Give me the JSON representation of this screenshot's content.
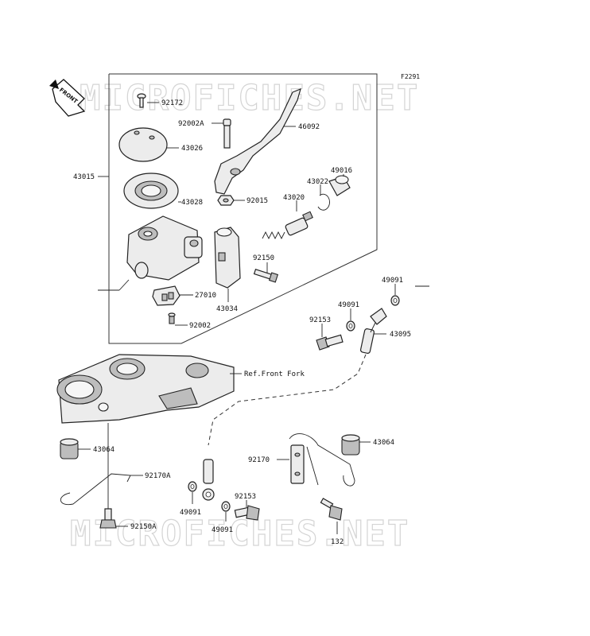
{
  "figure_code": "F2291",
  "watermark": "MICROFICHES.NET",
  "front_label": "FRONT",
  "parts": {
    "p92172": "92172",
    "p92002A": "92002A",
    "p46092": "46092",
    "p43026": "43026",
    "p43015": "43015",
    "p43028": "43028",
    "p92015": "92015",
    "p43020": "43020",
    "p43022": "43022",
    "p49016": "49016",
    "p92150": "92150",
    "p27010": "27010",
    "p43034": "43034",
    "p92002": "92002",
    "p49091_a": "49091",
    "p49091_b": "49091",
    "p92153_a": "92153",
    "p43095": "43095",
    "ref_front_fork": "Ref.Front Fork",
    "p43064_a": "43064",
    "p92170A": "92170A",
    "p92150A": "92150A",
    "p92170": "92170",
    "p43064_b": "43064",
    "p49091_c": "49091",
    "p92153_b": "92153",
    "p49091_d": "49091",
    "p132": "132"
  }
}
